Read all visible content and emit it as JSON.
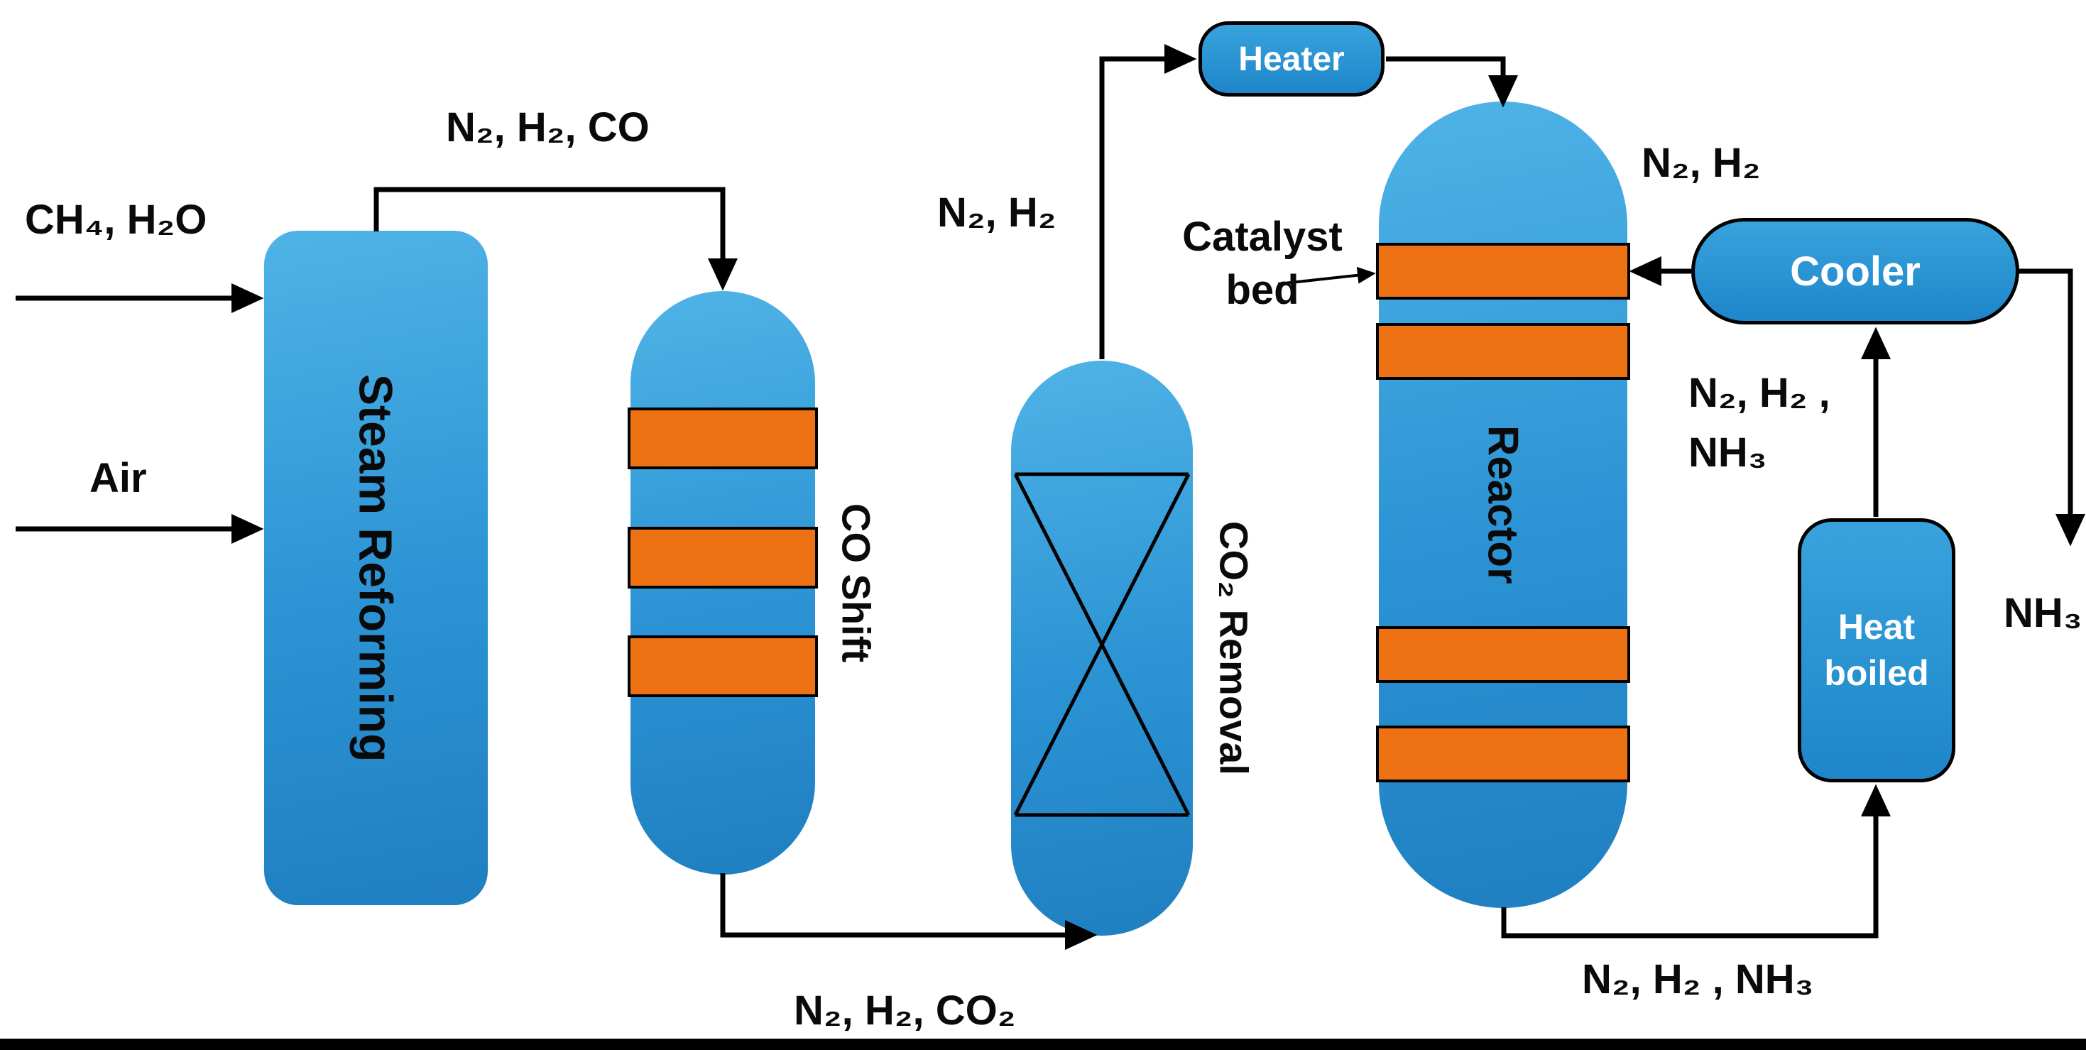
{
  "colors": {
    "vessel_top": "#4FB3E6",
    "vessel_mid": "#2B93D4",
    "vessel_bottom": "#1F7FC0",
    "box_top": "#38A3DD",
    "box_bottom": "#1E86C9",
    "band_orange": "#EE7214",
    "label_color": "#0A0A0A"
  },
  "feeds": {
    "methane_water": "CH₄, H₂O",
    "air": "Air"
  },
  "streams": {
    "syngas": "N₂, H₂, CO",
    "shifted_gas": "N₂, H₂, CO₂",
    "to_heater": "N₂, H₂",
    "reactor_inlet": "N₂, H₂",
    "to_cooler": "N₂, H₂ ,\nNH₃",
    "reactor_outlet": "N₂, H₂ , NH₃",
    "product": "NH₃"
  },
  "units": {
    "steam_reforming": "Steam Reforming",
    "co_shift": "CO Shift",
    "co2_removal": "CO₂ Removal",
    "heater": "Heater",
    "reactor": "Reactor",
    "cooler": "Cooler",
    "heat_boiled": "Heat\nboiled"
  },
  "annotations": {
    "catalyst_bed": "Catalyst\nbed"
  }
}
